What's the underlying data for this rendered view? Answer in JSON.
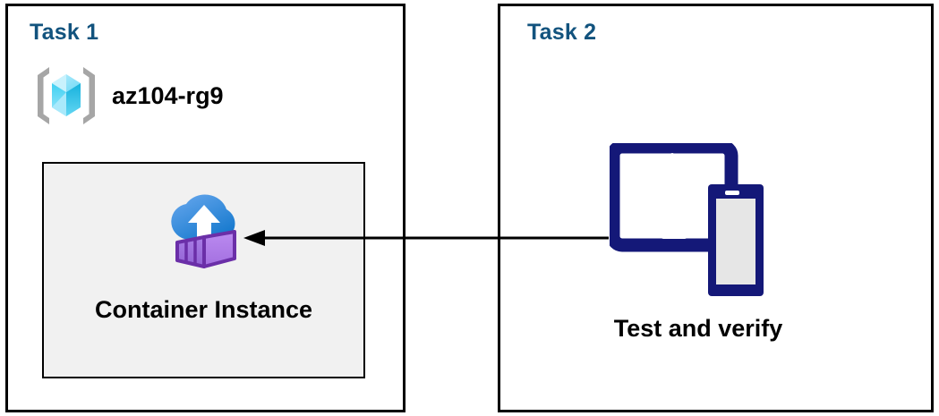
{
  "diagram": {
    "title": "Azure container instance task diagram",
    "background_color": "#ffffff",
    "panels": [
      {
        "id": "task-1",
        "title": "Task 1",
        "title_color": "#12537e",
        "border_color": "#000000",
        "resource_group": {
          "icon": "azure-resource-group-icon",
          "name": "az104-rg9"
        },
        "resource_box": {
          "label": "Container Instance",
          "icon": "azure-container-instance-icon",
          "background_color": "#f1f1f1",
          "border_color": "#000000"
        }
      },
      {
        "id": "task-2",
        "title": "Task 2",
        "title_color": "#12537e",
        "border_color": "#000000",
        "device": {
          "icon": "tablet-and-phone-icon",
          "label": "Test and verify",
          "icon_color": "#141878",
          "screen_color": "#e6e6e6"
        }
      }
    ],
    "connector": {
      "name": "flow-arrow",
      "direction": "right-to-left",
      "from": "Test and verify",
      "to": "Container Instance",
      "color": "#000000"
    },
    "colors": {
      "task_title": "#12537e",
      "resource_box_fill": "#f1f1f1",
      "device_navy": "#141878",
      "cloud_blue_light": "#5ea0e8",
      "cloud_blue_dark": "#1b7ad0",
      "container_purple_light": "#b37fea",
      "container_purple_dark": "#6b2fa8",
      "cube_cyan_light": "#9ce7fb",
      "cube_cyan_dark": "#18b5e0",
      "bracket_gray": "#a6a6a6"
    }
  }
}
